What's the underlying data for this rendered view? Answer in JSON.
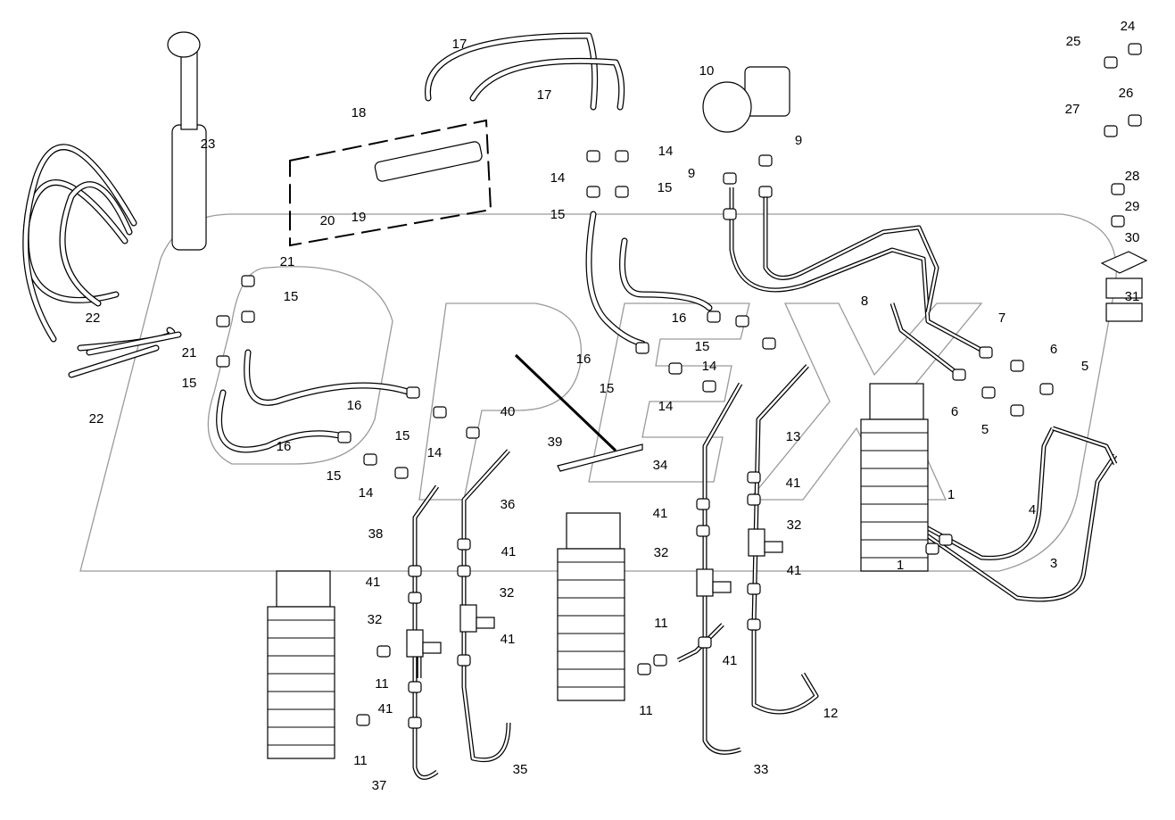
{
  "diagram": {
    "watermark": "OPEX",
    "part_labels": [
      "17",
      "17",
      "10",
      "18",
      "23",
      "14",
      "14",
      "15",
      "15",
      "9",
      "9",
      "20",
      "19",
      "24",
      "25",
      "26",
      "27",
      "28",
      "29",
      "30",
      "31",
      "21",
      "15",
      "21",
      "15",
      "22",
      "22",
      "16",
      "16",
      "15",
      "14",
      "15",
      "14",
      "8",
      "7",
      "6",
      "5",
      "6",
      "5",
      "16",
      "16",
      "15",
      "14",
      "15",
      "14",
      "40",
      "39",
      "13",
      "34",
      "41",
      "36",
      "38",
      "41",
      "41",
      "32",
      "32",
      "41",
      "1",
      "1",
      "4",
      "3",
      "41",
      "32",
      "32",
      "41",
      "11",
      "41",
      "11",
      "41",
      "11",
      "12",
      "11",
      "35",
      "33",
      "37"
    ],
    "colors": {
      "line": "#000000",
      "watermark": "#9a9a9a",
      "background": "#ffffff"
    }
  }
}
